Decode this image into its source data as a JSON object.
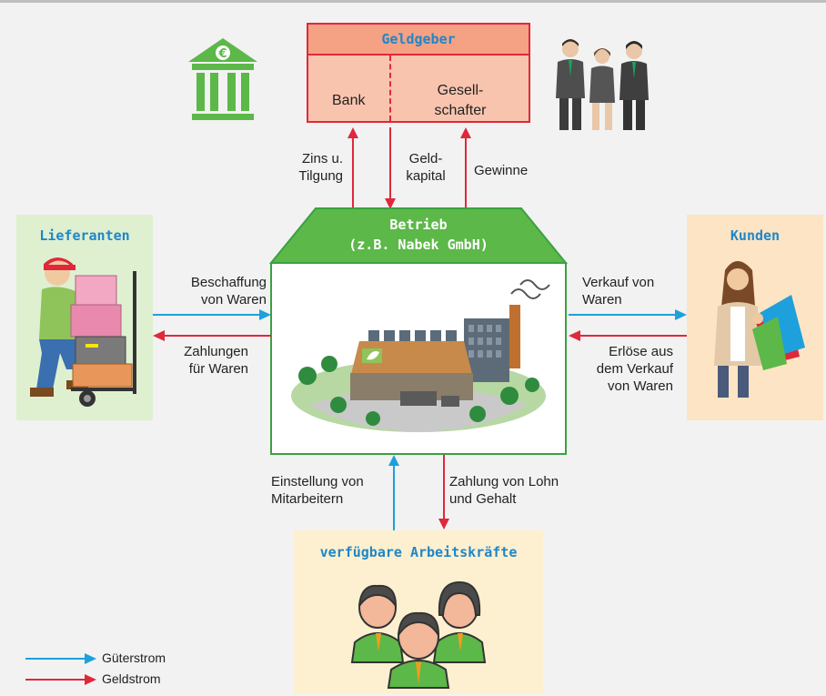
{
  "geldgeber": {
    "title": "Geldgeber",
    "bank": "Bank",
    "gesellschafter": [
      "Gesell-",
      "schafter"
    ]
  },
  "betrieb": {
    "title": "Betrieb",
    "subtitle": "(z.B. Nabek GmbH)"
  },
  "lieferanten": {
    "title": "Lieferanten"
  },
  "kunden": {
    "title": "Kunden"
  },
  "arbeitskraefte": {
    "title": "verfügbare Arbeitskräfte"
  },
  "flows": {
    "zins": [
      "Zins u.",
      "Tilgung"
    ],
    "geldkapital": [
      "Geld-",
      "kapital"
    ],
    "gewinne": "Gewinne",
    "beschaffung": [
      "Beschaffung",
      "von Waren"
    ],
    "zahlungen": [
      "Zahlungen",
      "für Waren"
    ],
    "verkauf": [
      "Verkauf von",
      "Waren"
    ],
    "erloese": [
      "Erlöse aus",
      "dem Verkauf",
      "von Waren"
    ],
    "einstellung": [
      "Einstellung von",
      "Mitarbeitern"
    ],
    "lohn": [
      "Zahlung von Lohn",
      "und Gehalt"
    ]
  },
  "legend": {
    "gueterstrom": "Güterstrom",
    "geldstrom": "Geldstrom"
  },
  "colors": {
    "gueter": "#1ea0dc",
    "geld": "#e0283b",
    "green": "#5cb848",
    "navy": "#1f86c8"
  },
  "icons": {
    "bank": "bank-euro-icon",
    "investors": "business-people-icon",
    "supplier": "delivery-man-icon",
    "customer": "shopping-woman-icon",
    "workers": "workers-group-icon",
    "factory": "factory-icon"
  }
}
